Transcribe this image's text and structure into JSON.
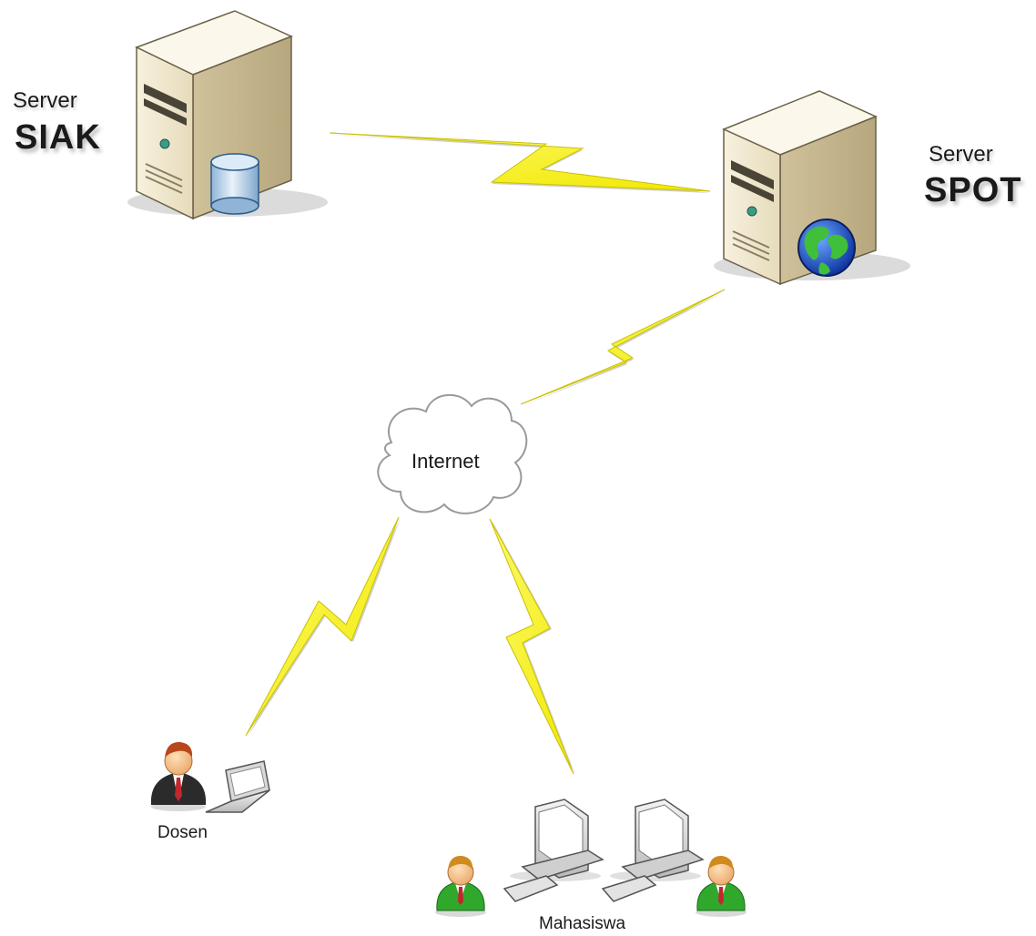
{
  "nodes": {
    "server_siak": {
      "sub_label": "Server",
      "main_label": "SIAK",
      "icon": "database-server-icon"
    },
    "server_spot": {
      "sub_label": "Server",
      "main_label": "SPOT",
      "icon": "web-server-icon"
    },
    "internet": {
      "label": "Internet",
      "icon": "cloud-icon"
    },
    "dosen": {
      "label": "Dosen",
      "icons": [
        "lecturer-person-icon",
        "laptop-icon"
      ]
    },
    "mahasiswa": {
      "label": "Mahasiswa",
      "icons": [
        "student-person-icon",
        "desktop-computer-icon",
        "desktop-computer-icon",
        "student-person-icon"
      ]
    }
  },
  "links": [
    {
      "from": "server_siak",
      "to": "server_spot",
      "type": "wireless"
    },
    {
      "from": "server_spot",
      "to": "internet",
      "type": "wireless"
    },
    {
      "from": "internet",
      "to": "dosen",
      "type": "wireless"
    },
    {
      "from": "internet",
      "to": "mahasiswa",
      "type": "wireless"
    }
  ],
  "colors": {
    "lightning": "#f6f21a",
    "server_case": "#eee4c6",
    "cloud_outline": "#9a9a9a",
    "student_shirt": "#2fa82c",
    "lecturer_suit": "#2b2b2b"
  }
}
